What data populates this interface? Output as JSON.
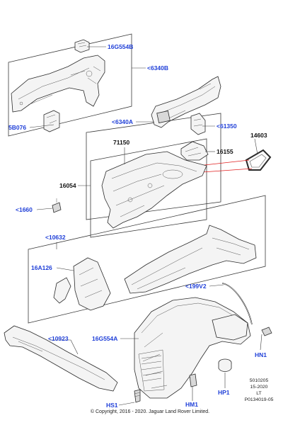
{
  "callouts": {
    "c_16g554b": "16G554B",
    "c_6340b": "<6340B",
    "c_5b076": "5B076",
    "c_6340a": "<6340A",
    "c_61350": "<61350",
    "c_71150": "71150",
    "c_14603": "14603",
    "c_16155": "16155",
    "c_16054": "16054",
    "c_1660": "<1660",
    "c_10632": "<10632",
    "c_16a126": "16A126",
    "c_199v2": "<199V2",
    "c_10923": "<10923",
    "c_16g554a": "16G554A",
    "c_hn1": "HN1",
    "c_hp1": "HP1",
    "c_hm1": "HM1",
    "c_hs1": "HS1"
  },
  "reference": {
    "line1": "5010205",
    "line2": "15-2020",
    "line3": "LT",
    "line4": "P0134019-05"
  },
  "footer": {
    "copyright": "© Copyright, 2016 - 2020. Jaguar Land Rover Limited."
  },
  "colors": {
    "callout_blue": "#1f3fd8",
    "callout_black": "#111111",
    "highlight_red": "#e02020"
  }
}
